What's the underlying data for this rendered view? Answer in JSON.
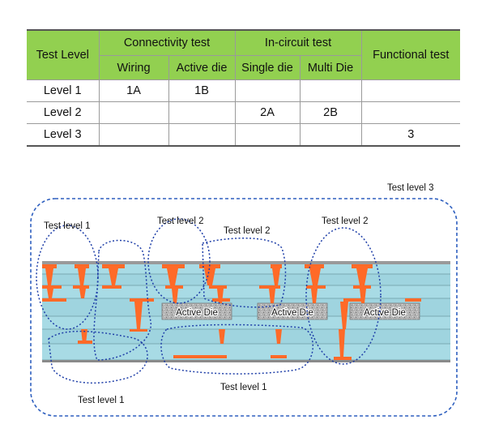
{
  "table": {
    "header": {
      "test_level": "Test Level",
      "connectivity": "Connectivity test",
      "in_circuit": "In-circuit test",
      "functional": "Functional test",
      "wiring": "Wiring",
      "active_die": "Active die",
      "single_die": "Single die",
      "multi_die": "Multi Die"
    },
    "rows": [
      {
        "level": "Level 1",
        "wiring": "1A",
        "active_die": "1B",
        "single_die": "",
        "multi_die": "",
        "functional": ""
      },
      {
        "level": "Level 2",
        "wiring": "",
        "active_die": "",
        "single_die": "2A",
        "multi_die": "2B",
        "functional": ""
      },
      {
        "level": "Level 3",
        "wiring": "",
        "active_die": "",
        "single_die": "",
        "multi_die": "",
        "functional": "3"
      }
    ]
  },
  "diagram": {
    "label_test_level_3": "Test level 3",
    "label_test_level_1_top": "Test level 1",
    "label_test_level_2_a": "Test level 2",
    "label_test_level_2_b": "Test level 2",
    "label_test_level_2_c": "Test level 2",
    "label_test_level_1_bottom_left": "Test level 1",
    "label_test_level_1_bottom_mid": "Test level 1",
    "active_die_1": "Active Die",
    "active_die_2": "Active Die",
    "active_die_3": "Active Die"
  },
  "colors": {
    "header_green": "#92d050",
    "substrate_cyan": "#9fd4df",
    "via_orange": "#ff6a28",
    "outline_blue": "#2e5fbf",
    "die_gray": "#b8b8b8"
  }
}
